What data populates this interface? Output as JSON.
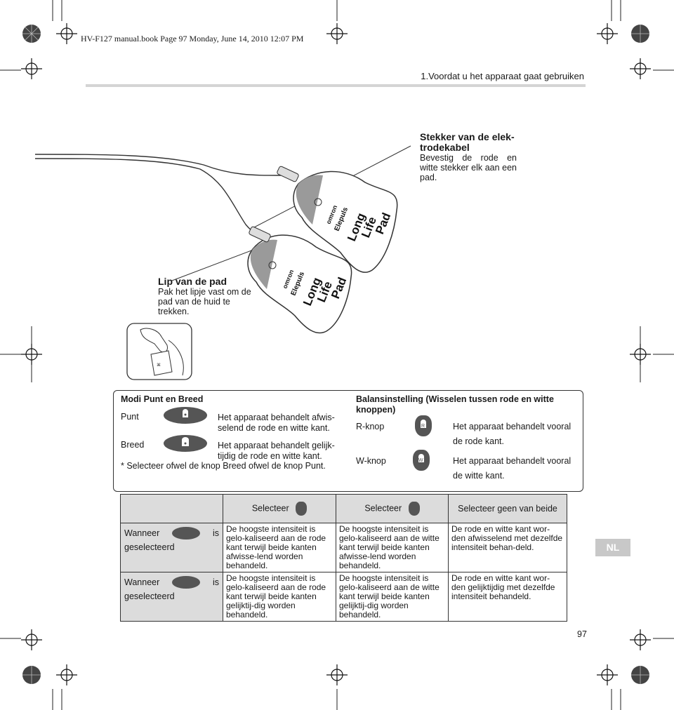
{
  "printer_header": "HV-F127 manual.book  Page 97  Monday, June 14, 2010  12:07 PM",
  "section_header": "1.Voordat u het apparaat gaat gebruiken",
  "plug_callout": {
    "title": "Stekker van de elek-trodekabel",
    "title_line1": "Stekker van de elek-",
    "title_line2": "trodekabel",
    "body": "Bevestig de rode en witte stekker elk aan een pad."
  },
  "lip_callout": {
    "title": "Lip van de pad",
    "body": "Pak het lipje vast om de pad van de huid te trekken."
  },
  "pad_print": {
    "brand": "omron",
    "product": "Elepuls",
    "label_line1": "Long",
    "label_line2": "Life",
    "label_line3": "Pad"
  },
  "modes": {
    "title": "Modi Punt en Breed",
    "punt_label": "Punt",
    "punt_desc_line1": "Het apparaat behandelt afwis-",
    "punt_desc_line2": "selend de rode en witte kant.",
    "breed_label": "Breed",
    "breed_desc_line1": "Het apparaat behandelt gelijk-",
    "breed_desc_line2": "tijdig de rode en witte kant.",
    "note": "* Selecteer ofwel de knop Breed ofwel de knop Punt."
  },
  "balance": {
    "title_line1": "Balansinstelling (Wisselen tussen rode en witte",
    "title_line2": "knoppen)",
    "r_label": "R-knop",
    "r_desc_line1": "Het apparaat behandelt vooral",
    "r_desc_line2": "de rode kant.",
    "w_label": "W-knop",
    "w_desc_line1": "Het apparaat behandelt vooral",
    "w_desc_line2": "de witte kant."
  },
  "table": {
    "col1_header": "Selecteer",
    "col2_header": "Selecteer",
    "col3_header": "Selecteer geen van beide",
    "row1_label_a": "Wanneer",
    "row1_label_b": "is",
    "row1_label_c": "geselecteerd",
    "row2_label_a": "Wanneer",
    "row2_label_b": "is",
    "row2_label_c": "geselecteerd",
    "r1c1": "De hoogste intensiteit is gelo-kaliseerd aan de rode kant terwijl beide kanten afwisse-lend worden behandeld.",
    "r1c2": "De hoogste intensiteit is gelo-kaliseerd aan de witte kant terwijl beide kanten afwisse-lend worden behandeld.",
    "r1c3": "De rode en witte kant wor-den afwisselend met dezelfde intensiteit behan-deld.",
    "r2c1": "De hoogste intensiteit is gelo-kaliseerd aan de rode kant terwijl beide kanten gelijktij-dig worden behandeld.",
    "r2c2": "De hoogste intensiteit is gelo-kaliseerd aan de witte kant terwijl beide kanten gelijktij-dig worden behandeld.",
    "r2c3": "De rode en witte kant wor-den gelijktijdig met dezelfde intensiteit behandeld."
  },
  "language_tab": "NL",
  "page_number": "97"
}
